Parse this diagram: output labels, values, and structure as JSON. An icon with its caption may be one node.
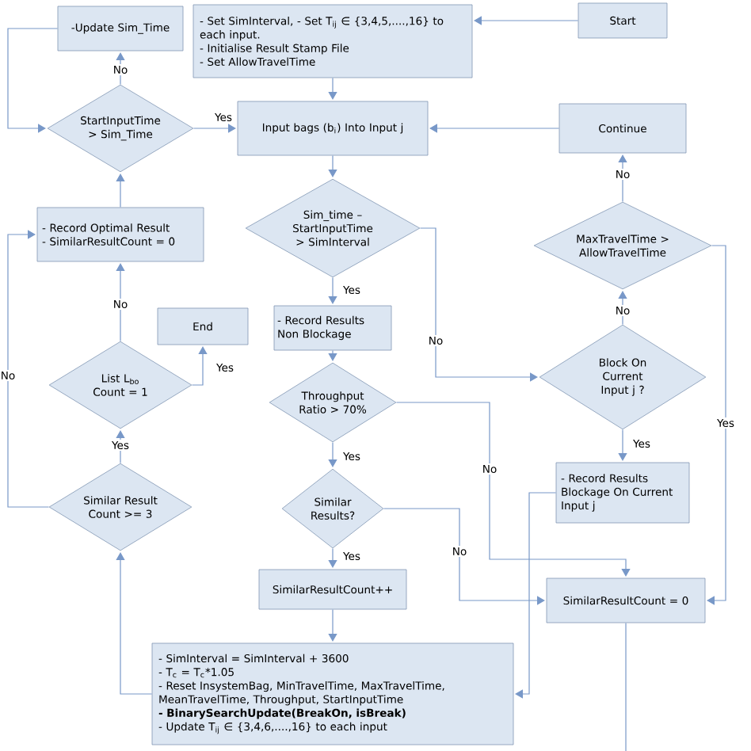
{
  "diagram": {
    "nodes": [
      {
        "text": [
          "Start"
        ]
      },
      {
        "text": [
          "- Set SimInterval, - Set T$_{ij}$ ∈ {3,4,5,....,16} to each input.",
          "- Initialise Result Stamp File",
          "- Set AllowTravelTime"
        ]
      },
      {
        "text": [
          "-Update Sim_Time"
        ]
      },
      {
        "text": [
          "StartInputTime > Sim_Time"
        ]
      },
      {
        "text": [
          "Input bags (b$_{i}$) Into Input j"
        ]
      },
      {
        "text": [
          "Continue"
        ]
      },
      {
        "text": [
          "- Record Optimal Result",
          "- SimilarResultCount = 0"
        ]
      },
      {
        "text": [
          "Sim_time – StartInputTime > SimInterval"
        ]
      },
      {
        "text": [
          "MaxTravelTime > AllowTravelTime"
        ]
      },
      {
        "text": [
          "End"
        ]
      },
      {
        "text": [
          "List L$_{bo}$ Count = 1"
        ]
      },
      {
        "text": [
          "- Record Results Non Blockage"
        ]
      },
      {
        "text": [
          "Block On Current Input j ?"
        ]
      },
      {
        "text": [
          "Throughput Ratio > 70%"
        ]
      },
      {
        "text": [
          "Similar Result Count >= 3"
        ]
      },
      {
        "text": [
          "Similar Results?"
        ]
      },
      {
        "text": [
          "- Record Results Blockage On Current Input j"
        ]
      },
      {
        "text": [
          "SimilarResultCount = 0"
        ]
      },
      {
        "text": [
          "SimilarResultCount++"
        ]
      },
      {
        "text": [
          "- SimInterval = SimInterval + 3600",
          "- T$_{c}$ = T$_{c}$*1.05",
          "- Reset InsystemBag, MinTravelTime, MaxTravelTime, MeanTravelTime, Throughput, StartInputTime",
          "**- BinarySearchUpdate(BreakOn, isBreak)**",
          "- Update T$_{ij}$ ∈ {3,4,6,....,16} to each input"
        ]
      }
    ],
    "edges": [
      {
        "from": 0,
        "to": 1,
        "arrow": "to"
      },
      {
        "from": 1,
        "to": 4,
        "arrow": "to"
      },
      {
        "from": 3,
        "to": 4,
        "arrow": "to",
        "label": "Yes"
      },
      {
        "from": 3,
        "to": 2,
        "arrow": "to",
        "label": "No"
      },
      {
        "from": 2,
        "to": 3,
        "arrow": "to"
      },
      {
        "from": 5,
        "to": 4,
        "arrow": "to"
      },
      {
        "from": 4,
        "to": 7,
        "arrow": "to"
      },
      {
        "from": 6,
        "to": 3,
        "arrow": "to"
      },
      {
        "from": 7,
        "to": 11,
        "arrow": "to",
        "label": "Yes"
      },
      {
        "from": 7,
        "to": 12,
        "arrow": "to",
        "label": "No"
      },
      {
        "from": 8,
        "to": 5,
        "arrow": "to",
        "label": "No"
      },
      {
        "from": 8,
        "to": 17,
        "arrow": "to",
        "label": "Yes"
      },
      {
        "from": 12,
        "to": 8,
        "arrow": "to",
        "label": "No"
      },
      {
        "from": 12,
        "to": 16,
        "arrow": "to",
        "label": "Yes"
      },
      {
        "from": 16,
        "to": 19,
        "arrow": "to"
      },
      {
        "from": 11,
        "to": 13,
        "arrow": "to"
      },
      {
        "from": 13,
        "to": 15,
        "arrow": "to",
        "label": "Yes"
      },
      {
        "from": 13,
        "to": 17,
        "arrow": "to",
        "label": "No"
      },
      {
        "from": 15,
        "to": 17,
        "arrow": "to",
        "label": "No"
      },
      {
        "from": 15,
        "to": 18,
        "arrow": "to",
        "label": "Yes"
      },
      {
        "from": 18,
        "to": 19,
        "arrow": "to"
      },
      {
        "from": 19,
        "to": 14,
        "arrow": "to"
      },
      {
        "from": 14,
        "to": 10,
        "arrow": "to",
        "label": "Yes"
      },
      {
        "from": 14,
        "to": 6,
        "arrow": "to",
        "label": "No"
      },
      {
        "from": 10,
        "to": 9,
        "arrow": "to",
        "label": "Yes"
      },
      {
        "from": 10,
        "to": 6,
        "arrow": "to",
        "label": "No"
      },
      {
        "from": 17,
        "to": null,
        "arrow": "none"
      }
    ]
  }
}
